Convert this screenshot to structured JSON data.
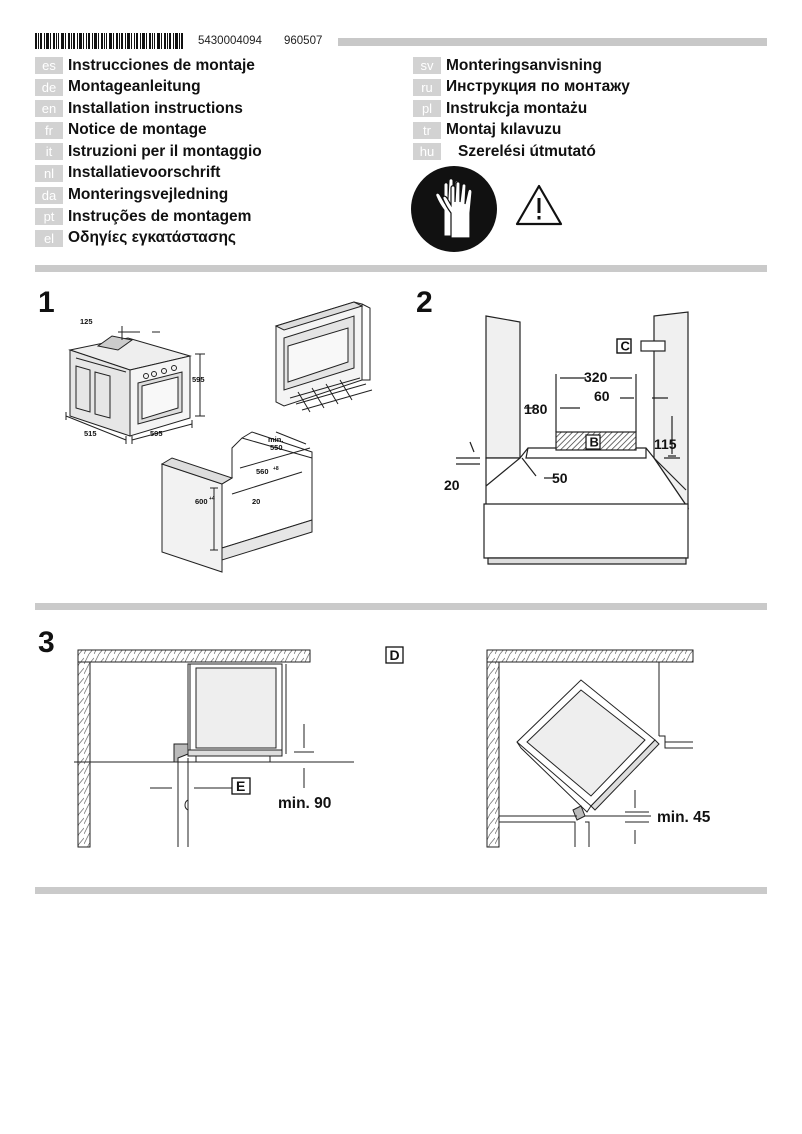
{
  "header": {
    "code_primary": "5430004094",
    "code_secondary": "960507"
  },
  "languages_left": [
    {
      "code": "es",
      "title": "Instrucciones de montaje"
    },
    {
      "code": "de",
      "title": "Montageanleitung"
    },
    {
      "code": "en",
      "title": "Installation instructions"
    },
    {
      "code": "fr",
      "title": "Notice de montage"
    },
    {
      "code": "it",
      "title": "Istruzioni per il montaggio"
    },
    {
      "code": "nl",
      "title": "Installatievoorschrift"
    },
    {
      "code": "da",
      "title": "Monteringsvejledning"
    },
    {
      "code": "pt",
      "title": "Instruções de montagem"
    },
    {
      "code": "el",
      "title": "Οδηγίες εγκατάστασης"
    }
  ],
  "languages_right": [
    {
      "code": "sv",
      "title": "Monteringsanvisning"
    },
    {
      "code": "ru",
      "title": "Инструкция по монтажу"
    },
    {
      "code": "pl",
      "title": "Instrukcja montażu"
    },
    {
      "code": "tr",
      "title": "Montaj kılavuzu"
    },
    {
      "code": "hu",
      "title": "Szerelési útmutató"
    }
  ],
  "icons": {
    "gloves": "gloves-icon",
    "warning": "warning-triangle-icon"
  },
  "section1": {
    "number": "1",
    "dims": {
      "d125": "125",
      "d595_h": "595",
      "d515": "515",
      "d595_w": "595",
      "min": "min.",
      "d550": "550",
      "d560": "560",
      "d560_sup": "+8",
      "d600": "600",
      "d600_sup": "+4",
      "d20": "20"
    }
  },
  "section2": {
    "number": "2",
    "labels": {
      "c": "C",
      "b": "B"
    },
    "dims": {
      "d320": "320",
      "d60": "60",
      "d180": "180",
      "d115": "115",
      "d50": "50",
      "d20": "20"
    }
  },
  "section3": {
    "number": "3",
    "labels": {
      "e": "E",
      "d": "D"
    },
    "dims": {
      "min90": "min. 90",
      "min45": "min. 45"
    }
  }
}
